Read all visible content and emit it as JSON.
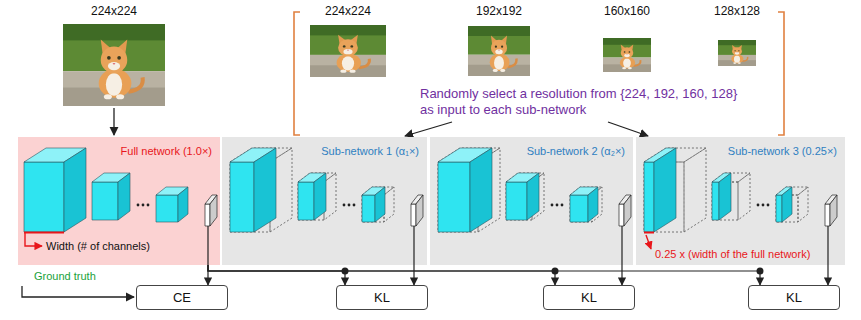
{
  "diagram": {
    "nodes": [
      {
        "text": [
          "Full network (1.0×)"
        ]
      },
      {
        "text": [
          "Sub-network 1 (α₁×)"
        ]
      },
      {
        "text": [
          "Sub-network 2 (α₂×)"
        ]
      },
      {
        "text": [
          "Sub-network 3 (0.25×)"
        ]
      },
      {
        "text": [
          "CE"
        ]
      },
      {
        "text": [
          "KL"
        ]
      },
      {
        "text": [
          "KL"
        ]
      },
      {
        "text": [
          "KL"
        ]
      }
    ],
    "edges": [
      {
        "from": 0,
        "to": 4,
        "arrow": "to"
      },
      {
        "from": 0,
        "to": 5,
        "arrow": "to"
      },
      {
        "from": 0,
        "to": 6,
        "arrow": "to"
      },
      {
        "from": 0,
        "to": 7,
        "arrow": "to"
      },
      {
        "from": 1,
        "to": 5,
        "arrow": "to"
      },
      {
        "from": 2,
        "to": 6,
        "arrow": "to"
      },
      {
        "from": 3,
        "to": 7,
        "arrow": "to"
      }
    ],
    "labels": [
      "224x224",
      "224x224",
      "192x192",
      "160x160",
      "128x128",
      "Randomly select a resolution from {224, 192, 160, 128} as input to each sub-network",
      "Width (# of channels)",
      "0.25 x (width of the full network)",
      "Ground truth"
    ]
  }
}
